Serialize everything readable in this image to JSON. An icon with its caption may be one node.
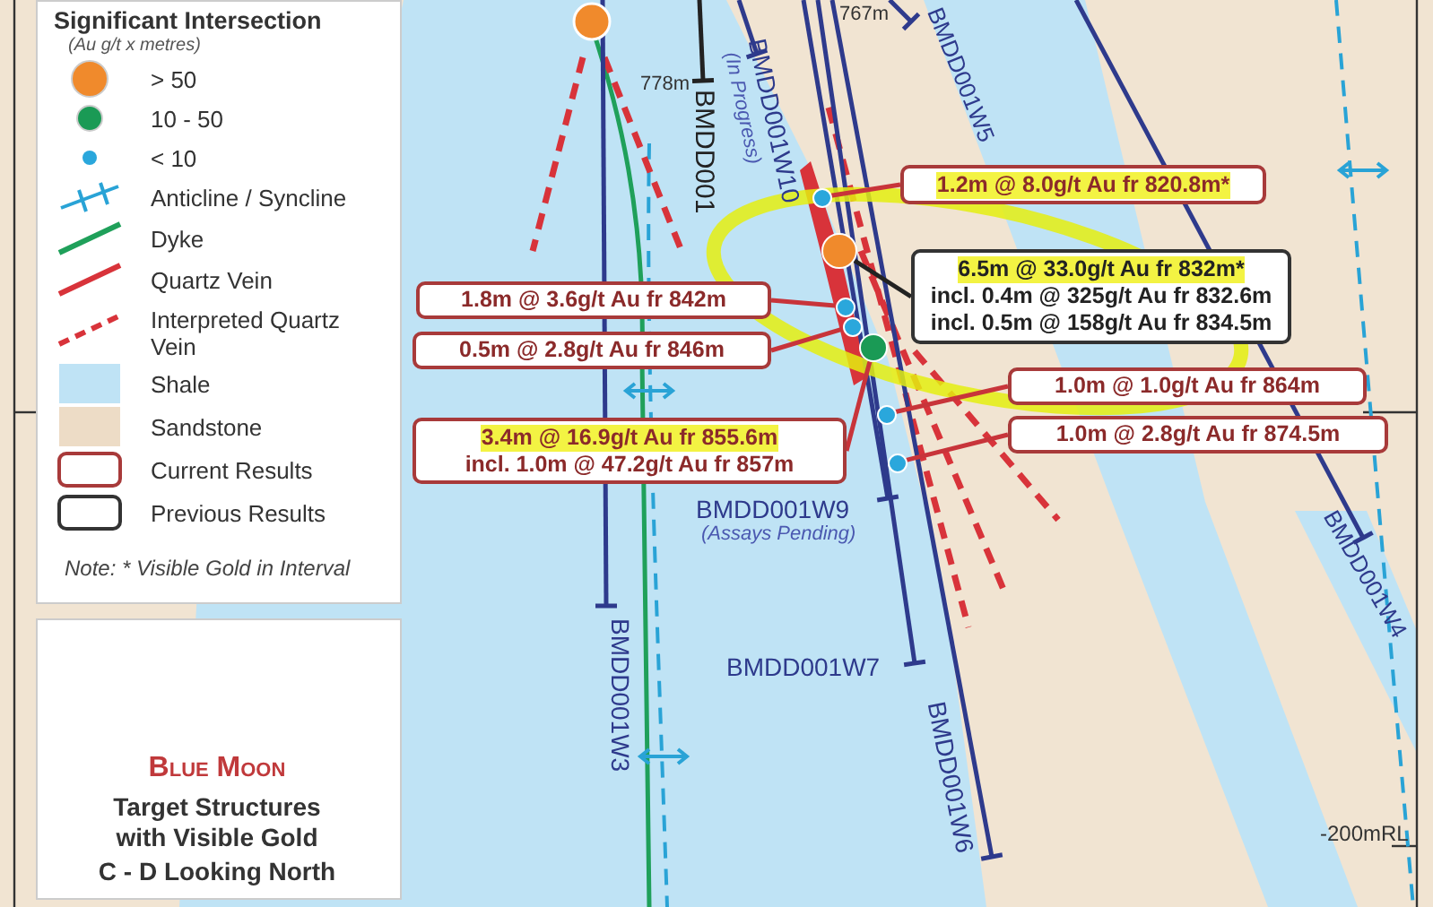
{
  "diagram": {
    "nodes": [
      {
        "text": [
          "1.2m @ 8.0g/t Au fr 820.8m*"
        ]
      },
      {
        "text": [
          "6.5m @ 33.0g/t Au fr 832m*",
          "incl. 0.4m @ 325g/t Au fr 832.6m",
          "incl. 0.5m @ 158g/t Au fr 834.5m"
        ]
      },
      {
        "text": [
          "1.8m @ 3.6g/t Au fr 842m"
        ]
      },
      {
        "text": [
          "0.5m @ 2.8g/t Au fr 846m"
        ]
      },
      {
        "text": [
          "3.4m @ 16.9g/t Au fr 855.6m",
          "incl. 1.0m @ 47.2g/t Au fr 857m"
        ]
      },
      {
        "text": [
          "1.0m @ 1.0g/t Au fr 864m"
        ]
      },
      {
        "text": [
          "1.0m @ 2.8g/t Au fr 874.5m"
        ]
      },
      {
        "text": [],
        "shape": "circle"
      },
      {
        "text": [],
        "shape": "circle"
      },
      {
        "text": [],
        "shape": "circle"
      },
      {
        "text": [],
        "shape": "circle"
      },
      {
        "text": [],
        "shape": "circle"
      },
      {
        "text": [],
        "shape": "circle"
      },
      {
        "text": [],
        "shape": "circle"
      }
    ],
    "edges": [
      {
        "from": 0,
        "to": 7,
        "arrow": "none"
      },
      {
        "from": 1,
        "to": 8,
        "arrow": "none",
        "color": "#222222"
      },
      {
        "from": 2,
        "to": 9,
        "arrow": "none"
      },
      {
        "from": 3,
        "to": 10,
        "arrow": "none"
      },
      {
        "from": 4,
        "to": 11,
        "arrow": "none"
      },
      {
        "from": 5,
        "to": 12,
        "arrow": "none"
      },
      {
        "from": 6,
        "to": 13,
        "arrow": "none"
      }
    ],
    "labels": [
      "Significant Intersection",
      "(Au g/t x metres)",
      "Note: * Visible Gold in Interval",
      "778m",
      "767m",
      "BMDD001",
      "BMDD001W10",
      "(In Progress)",
      "BMDD001W5",
      "BMDD001W9",
      "(Assays Pending)",
      "BMDD001W7",
      "BMDD001W6",
      "BMDD001W3",
      "BMDD001W4",
      "-200mRL",
      "Blue Moon",
      "Target Structures with Visible Gold",
      "C - D Looking North"
    ],
    "legend": [
      {
        "text": "> 50"
      },
      {
        "text": "10 - 50"
      },
      {
        "text": "< 10"
      },
      {
        "text": "Anticline / Syncline"
      },
      {
        "text": "Dyke"
      },
      {
        "text": "Quartz Vein"
      },
      {
        "text": "Interpreted Quartz Vein"
      },
      {
        "text": "Shale",
        "color": "#bfe3f5"
      },
      {
        "text": "Sandstone",
        "color": "#eddcc6"
      },
      {
        "text": "Current Results"
      },
      {
        "text": "Previous Results"
      }
    ]
  }
}
